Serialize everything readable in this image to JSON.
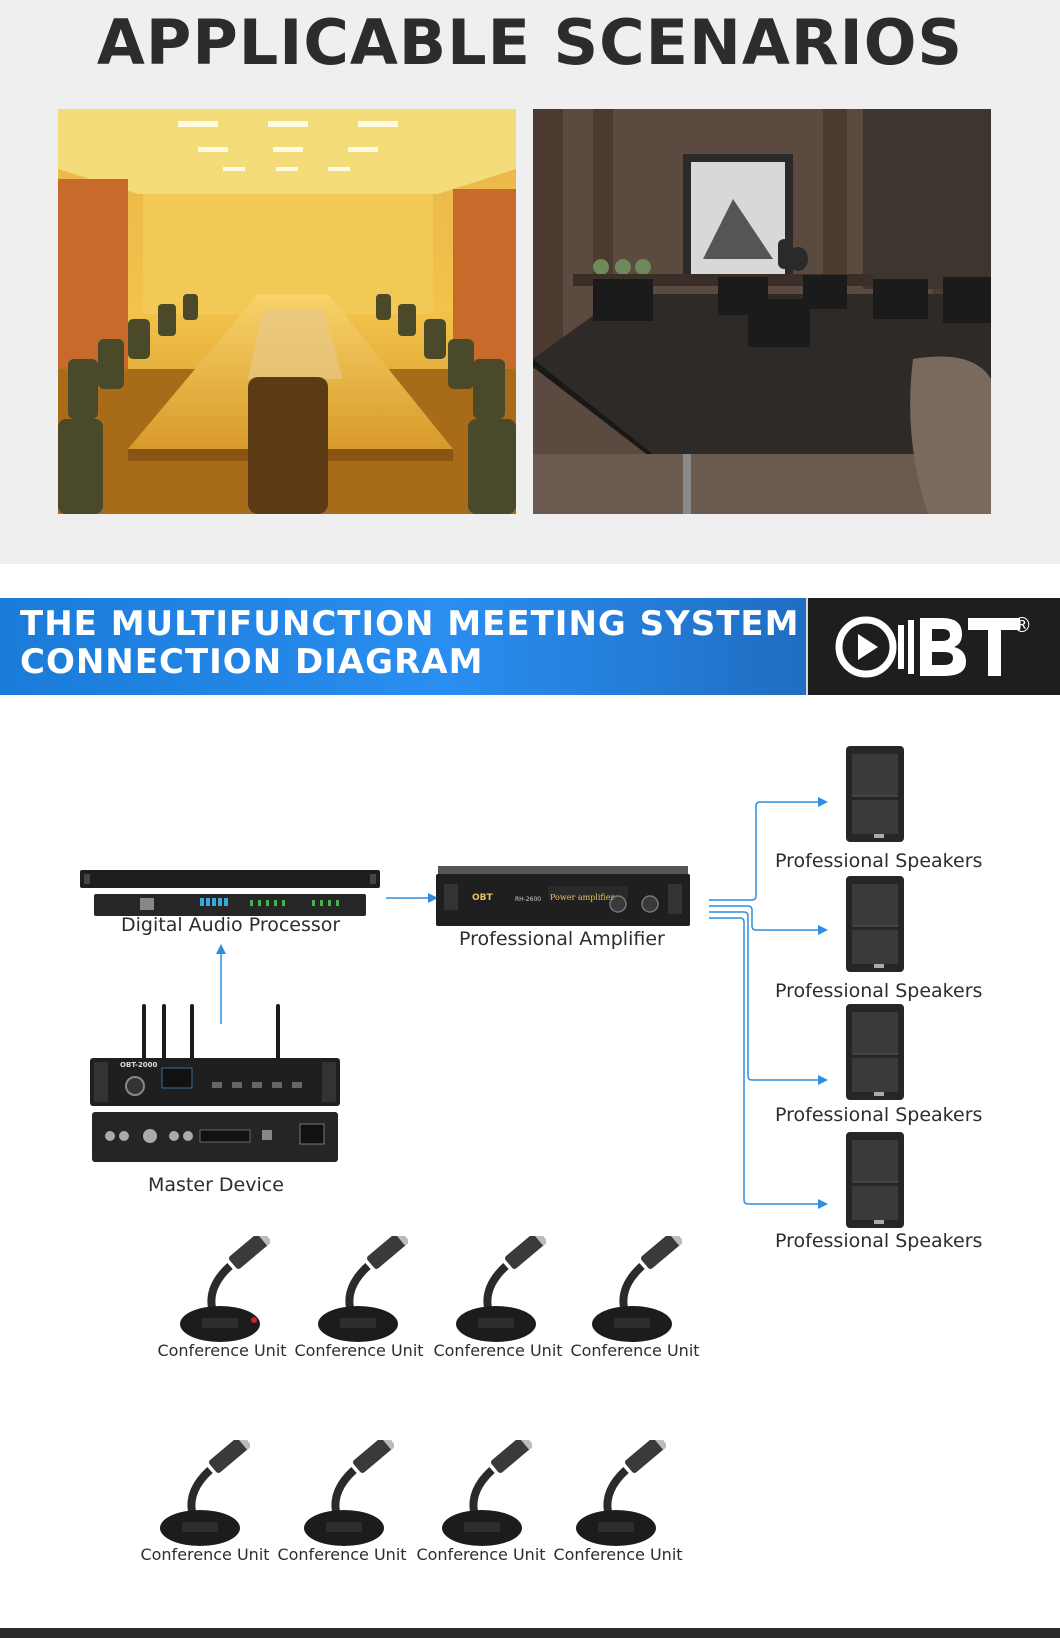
{
  "scenarios": {
    "title": "APPLICABLE SCENARIOS",
    "photos": [
      "yellow-conference-room",
      "dark-office-meeting-room"
    ]
  },
  "banner": {
    "line1": "THE MULTIFUNCTION MEETING SYSTEM",
    "line2": "CONNECTION DIAGRAM",
    "logo_text": "OBT",
    "logo_mark": "®",
    "colors": {
      "blue": "#1a7bd8",
      "dark": "#1e1e1e"
    }
  },
  "diagram": {
    "processor_label": "Digital Audio Processor",
    "amplifier_label": "Professional Amplifier",
    "amplifier_brand": "OBT",
    "amplifier_model": "RH-2600",
    "amplifier_caption": "Power amplifier",
    "master_label": "Master Device",
    "master_brand": "OBT-2000",
    "speakers": [
      "Professional Speakers",
      "Professional Speakers",
      "Professional Speakers",
      "Professional Speakers"
    ],
    "units_row1": [
      "Conference Unit",
      "Conference Unit",
      "Conference Unit",
      "Conference Unit"
    ],
    "units_row2": [
      "Conference Unit",
      "Conference Unit",
      "Conference Unit",
      "Conference Unit"
    ],
    "arrow_color": "#2d8de0"
  }
}
